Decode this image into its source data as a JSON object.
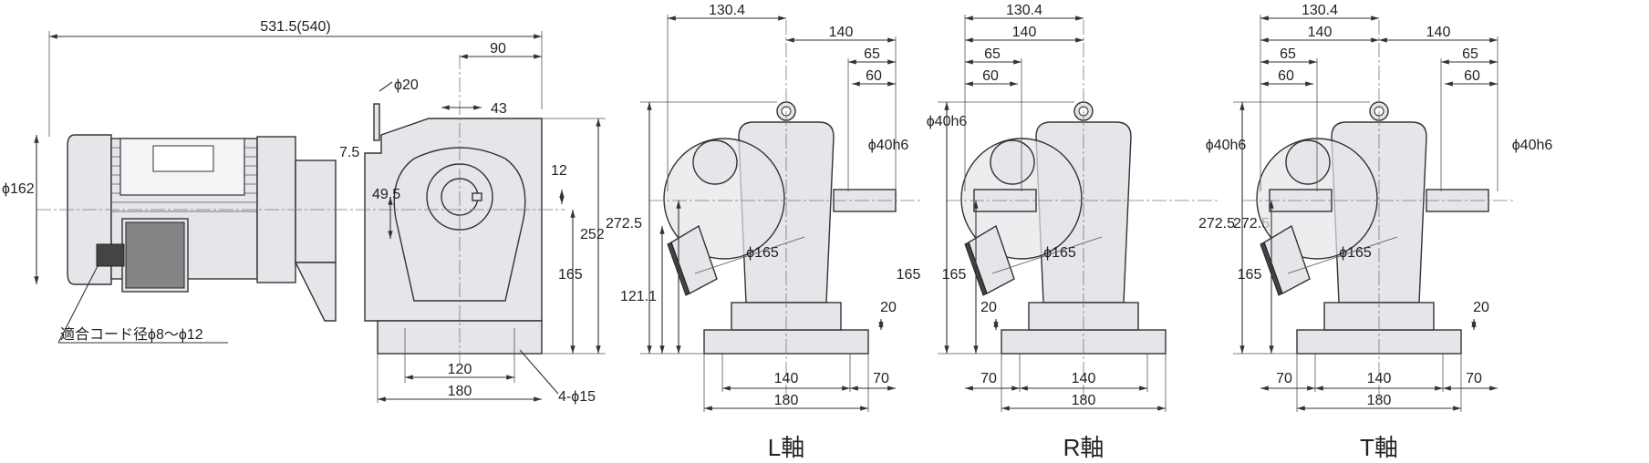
{
  "colors": {
    "body": "#e6e6ea",
    "outline": "#333333",
    "motor_dark": "#444444",
    "background": "#ffffff"
  },
  "side": {
    "overall_length": "531.5(540)",
    "motor_dia": "ϕ162",
    "dim_90": "90",
    "dim_phi20": "ϕ20",
    "dim_43": "43",
    "dim_7_5": "7.5",
    "dim_49_5": "49.5",
    "dim_12": "12",
    "dim_252": "252",
    "dim_165": "165",
    "dim_120": "120",
    "dim_180": "180",
    "holes": "4-ϕ15",
    "cord": "適合コード径ϕ8～ϕ12"
  },
  "views": [
    {
      "title": "L軸",
      "dims": {
        "d130": "130.4",
        "d140": "140",
        "d65": "65",
        "d60": "60",
        "shaft": "ϕ40h6",
        "h272": "272.5",
        "h165": "165",
        "h121": "121.1",
        "flange": "ϕ165",
        "d20": "20",
        "b140": "140",
        "b180": "180",
        "d70": "70"
      }
    },
    {
      "title": "R軸",
      "dims": {
        "d130": "130.4",
        "d140": "140",
        "d65": "65",
        "d60": "60",
        "shaft": "ϕ40h6",
        "h272": "272.5",
        "h165": "165",
        "flange": "ϕ165",
        "d20": "20",
        "b140": "140",
        "b180": "180",
        "d70": "70"
      }
    },
    {
      "title": "T軸",
      "dims": {
        "d130": "130.4",
        "d140a": "140",
        "d140b": "140",
        "d65a": "65",
        "d60a": "60",
        "d65b": "65",
        "d60b": "60",
        "shaft_l": "ϕ40h6",
        "shaft_r": "ϕ40h6",
        "h272": "272.5",
        "h165": "165",
        "flange": "ϕ165",
        "d20": "20",
        "b140": "140",
        "b180": "180",
        "d70a": "70",
        "d70b": "70"
      }
    }
  ]
}
